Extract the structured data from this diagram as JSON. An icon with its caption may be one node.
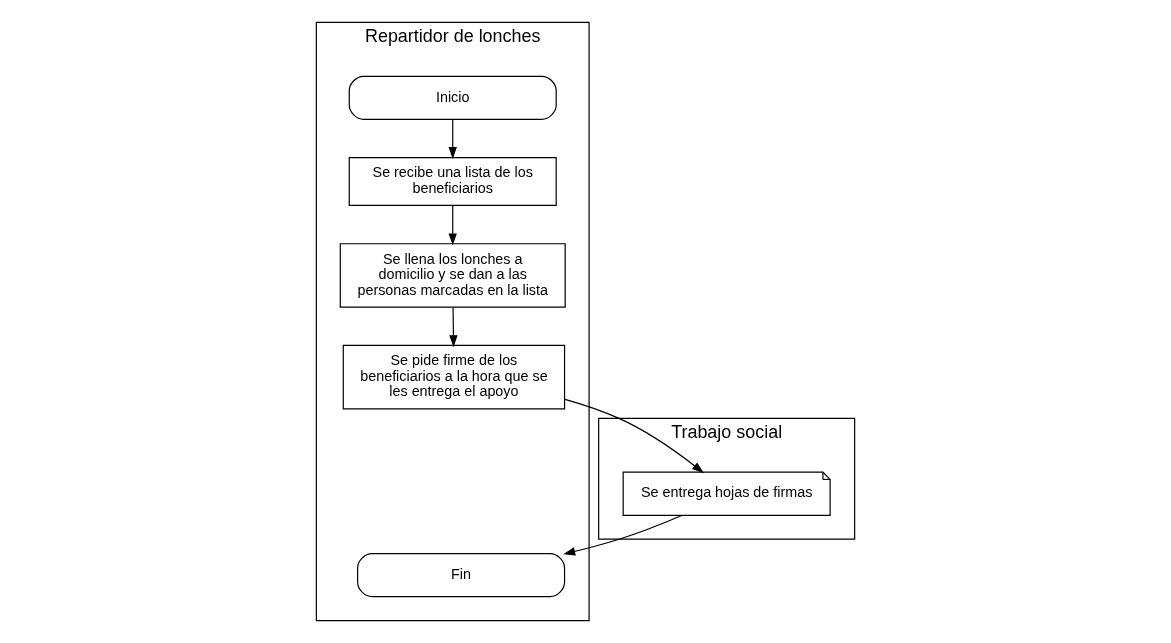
{
  "diagram": {
    "nodes": [
      {
        "text": [
          "Repartidor de lonches"
        ]
      },
      {
        "text": [
          "Trabajo social"
        ]
      },
      {
        "text": [
          "Inicio"
        ],
        "in": 0
      },
      {
        "text": [
          "Se recibe una lista de los beneficiarios"
        ],
        "in": 0
      },
      {
        "text": [
          "Se llena los lonches a domicilio y se dan a las personas marcadas en la lista"
        ],
        "in": 0
      },
      {
        "text": [
          "Se pide firme de los beneficiarios a la hora que se les entrega el apoyo"
        ],
        "in": 0
      },
      {
        "text": [
          "Se entrega hojas de firmas"
        ],
        "in": 1
      },
      {
        "text": [
          "Fin"
        ],
        "in": 0
      }
    ],
    "edges": [
      {
        "from": 2,
        "to": 3,
        "arrow": "to"
      },
      {
        "from": 3,
        "to": 4,
        "arrow": "to"
      },
      {
        "from": 4,
        "to": 5,
        "arrow": "to"
      },
      {
        "from": 5,
        "to": 6,
        "arrow": "to"
      },
      {
        "from": 6,
        "to": 7,
        "arrow": "to"
      }
    ]
  }
}
